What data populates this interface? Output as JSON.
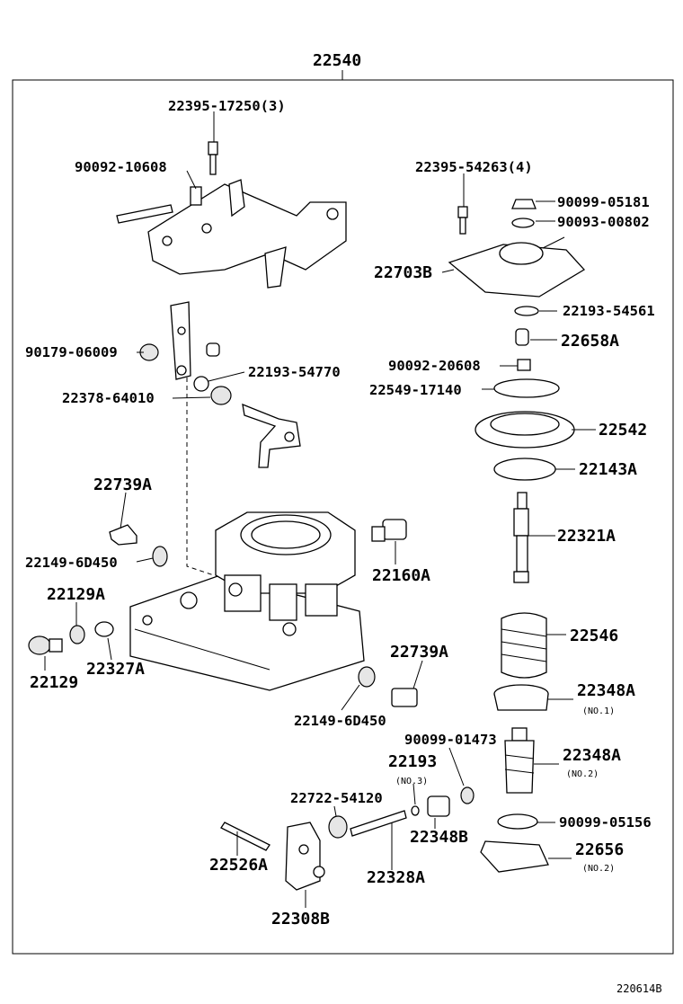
{
  "diagram": {
    "assembly_number": "22540",
    "figure_code": "220614B",
    "parts": [
      {
        "key": "p_22395_17250",
        "label": "22395-17250(3)"
      },
      {
        "key": "p_90092_10608",
        "label": "90092-10608"
      },
      {
        "key": "p_22395_54263",
        "label": "22395-54263(4)"
      },
      {
        "key": "p_90099_05181",
        "label": "90099-05181"
      },
      {
        "key": "p_90093_00802",
        "label": "90093-00802"
      },
      {
        "key": "p_22703B",
        "label": "22703B"
      },
      {
        "key": "p_22193_54561",
        "label": "22193-54561"
      },
      {
        "key": "p_90179_06009",
        "label": "90179-06009"
      },
      {
        "key": "p_22658A",
        "label": "22658A"
      },
      {
        "key": "p_22193_54770",
        "label": "22193-54770"
      },
      {
        "key": "p_90092_20608",
        "label": "90092-20608"
      },
      {
        "key": "p_22549_17140",
        "label": "22549-17140"
      },
      {
        "key": "p_22378_64010",
        "label": "22378-64010"
      },
      {
        "key": "p_22542",
        "label": "22542"
      },
      {
        "key": "p_22143A",
        "label": "22143A"
      },
      {
        "key": "p_22739A_1",
        "label": "22739A"
      },
      {
        "key": "p_22321A",
        "label": "22321A"
      },
      {
        "key": "p_22149_6D450_1",
        "label": "22149-6D450"
      },
      {
        "key": "p_22160A",
        "label": "22160A"
      },
      {
        "key": "p_22129A",
        "label": "22129A"
      },
      {
        "key": "p_22546",
        "label": "22546"
      },
      {
        "key": "p_22129",
        "label": "22129"
      },
      {
        "key": "p_22327A",
        "label": "22327A"
      },
      {
        "key": "p_22739A_2",
        "label": "22739A"
      },
      {
        "key": "p_22348A_1",
        "label": "22348A"
      },
      {
        "key": "p_22149_6D450_2",
        "label": "22149-6D450"
      },
      {
        "key": "p_90099_01473",
        "label": "90099-01473"
      },
      {
        "key": "p_22193",
        "label": "22193"
      },
      {
        "key": "p_22348A_2",
        "label": "22348A"
      },
      {
        "key": "p_22722_54120",
        "label": "22722-54120"
      },
      {
        "key": "p_90099_05156",
        "label": "90099-05156"
      },
      {
        "key": "p_22348B",
        "label": "22348B"
      },
      {
        "key": "p_22656",
        "label": "22656"
      },
      {
        "key": "p_22526A",
        "label": "22526A"
      },
      {
        "key": "p_22328A",
        "label": "22328A"
      },
      {
        "key": "p_22308B",
        "label": "22308B"
      }
    ],
    "notes": {
      "no1": "(NO.1)",
      "no2a": "(NO.2)",
      "no3": "(NO.3)",
      "no2b": "(NO.2)"
    }
  }
}
